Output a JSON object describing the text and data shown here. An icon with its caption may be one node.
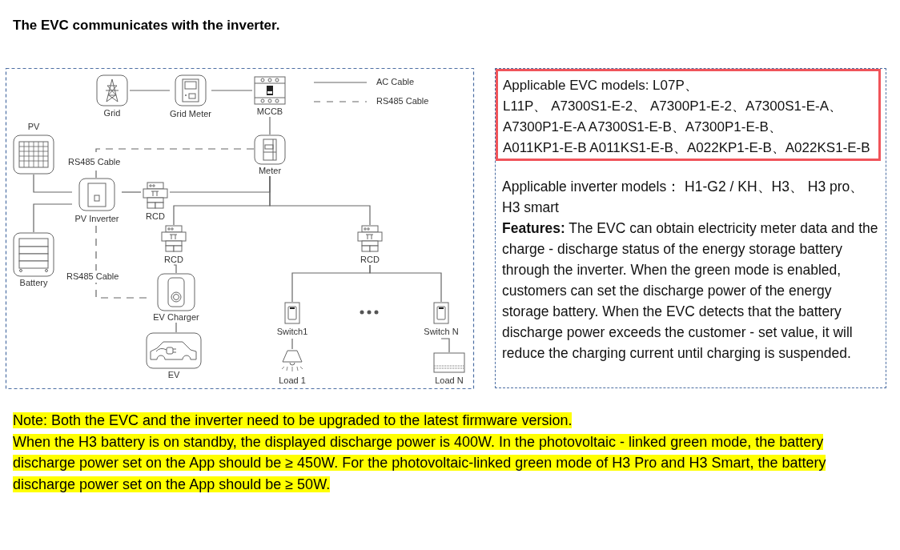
{
  "diagram": {
    "title": "The EVC communicates with the inverter.",
    "nodes": [
      {
        "text": [
          "Grid"
        ]
      },
      {
        "text": [
          "Grid Meter"
        ]
      },
      {
        "text": [
          "MCCB"
        ]
      },
      {
        "text": [
          "Meter"
        ]
      },
      {
        "text": [
          "PV"
        ]
      },
      {
        "text": [
          "PV Inverter"
        ]
      },
      {
        "text": [
          "RCD"
        ]
      },
      {
        "text": [
          "Battery"
        ]
      },
      {
        "text": [
          "RCD"
        ]
      },
      {
        "text": [
          "RCD"
        ]
      },
      {
        "text": [
          "EV Charger"
        ]
      },
      {
        "text": [
          "EV"
        ]
      },
      {
        "text": [
          "Switch1"
        ]
      },
      {
        "text": [
          "Switch N"
        ]
      },
      {
        "text": [
          "Load 1"
        ]
      },
      {
        "text": [
          "Load N"
        ]
      },
      {
        "text": [
          "Applicable inverter models： H1-G2 / KH、H3、 H3 pro、 H3 smart",
          "**Features:** The EVC can obtain electricity meter data and the charge - discharge status of the energy storage battery through the inverter. When the green mode is enabled, customers can set the discharge power of the energy storage battery. When the EVC detects that the battery discharge power exceeds the customer - set value, it will reduce the charging current until charging is suspended."
        ]
      },
      {
        "text": [
          "Applicable EVC models: L07P、L11P、 A7300S1-E-2、 A7300P1-E-2、A7300S1-E-A、A7300P1-E-A A7300S1-E-B、A7300P1-E-B、A011KP1-E-B A011KS1-E-B、A022KP1-E-B、A022KS1-E-B"
        ],
        "in": 16
      }
    ],
    "edges": [
      {
        "from": 0,
        "to": 1,
        "arrow": "none"
      },
      {
        "from": 1,
        "to": 2,
        "arrow": "none"
      },
      {
        "from": 2,
        "to": 3,
        "arrow": "none"
      },
      {
        "from": 4,
        "to": 5,
        "arrow": "none"
      },
      {
        "from": 5,
        "to": 6,
        "arrow": "none"
      },
      {
        "from": 6,
        "to": 3,
        "arrow": "none"
      },
      {
        "from": 3,
        "to": 8,
        "arrow": "none"
      },
      {
        "from": 3,
        "to": 9,
        "arrow": "none"
      },
      {
        "from": 5,
        "to": 7,
        "arrow": "none"
      },
      {
        "from": 8,
        "to": 10,
        "arrow": "none"
      },
      {
        "from": 10,
        "to": 11,
        "arrow": "none"
      },
      {
        "from": 9,
        "to": 12,
        "arrow": "none"
      },
      {
        "from": 9,
        "to": 13,
        "arrow": "none"
      },
      {
        "from": 12,
        "to": 14,
        "arrow": "none"
      },
      {
        "from": 13,
        "to": 15,
        "arrow": "none"
      },
      {
        "from": 5,
        "to": 3,
        "arrow": "none",
        "style": "dashed",
        "label": "RS485 Cable"
      },
      {
        "from": 5,
        "to": 10,
        "arrow": "none",
        "style": "dashed",
        "label": "RS485 Cable"
      }
    ],
    "labels": [
      "Note: Both the EVC and the inverter need to be upgraded to the latest firmware version.",
      "When the H3 battery is on standby, the displayed discharge power is 400W. In the photovoltaic - linked green mode, the battery discharge power set on the App should be ≥ 450W. For the photovoltaic-linked green mode of H3 Pro and H3 Smart, the battery discharge power set on the App should be ≥ 50W."
    ],
    "legend": [
      {
        "text": "AC Cable"
      },
      {
        "text": "RS485 Cable"
      }
    ]
  }
}
